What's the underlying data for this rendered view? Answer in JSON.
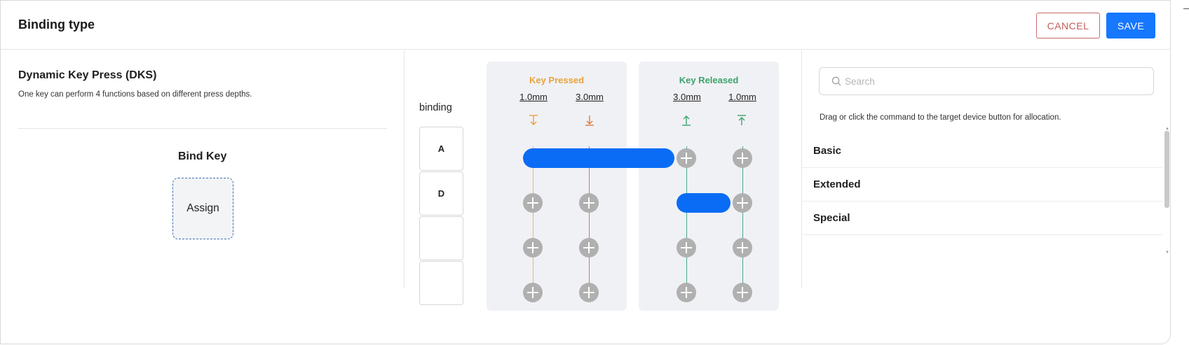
{
  "header": {
    "title": "Binding type",
    "cancel_label": "CANCEL",
    "save_label": "SAVE"
  },
  "left": {
    "mode_title": "Dynamic Key Press (DKS)",
    "mode_description": "One key can perform 4 functions based on different press depths.",
    "bind_key_label": "Bind Key",
    "assign_label": "Assign"
  },
  "middle": {
    "binding_label": "binding",
    "slots": [
      "A",
      "D",
      "",
      ""
    ],
    "key_pressed": {
      "title": "Key Pressed",
      "color": "#e8a33a",
      "depths": [
        "1.0mm",
        "3.0mm"
      ],
      "icons": [
        "press-start-arrow-icon",
        "press-bottom-arrow-icon"
      ],
      "line_colors": [
        "#e8b866",
        "#d97070"
      ]
    },
    "key_released": {
      "title": "Key Released",
      "color": "#3ca36a",
      "depths": [
        "3.0mm",
        "1.0mm"
      ],
      "icons": [
        "release-arrow-icon",
        "release-top-arrow-icon"
      ],
      "line_colors": [
        "#4aaa88",
        "#4aaa88"
      ]
    },
    "bar_color": "#0a6cf5"
  },
  "right": {
    "search_placeholder": "Search",
    "hint": "Drag or click the command to the target device button for allocation.",
    "categories": [
      "Basic",
      "Extended",
      "Special"
    ]
  }
}
